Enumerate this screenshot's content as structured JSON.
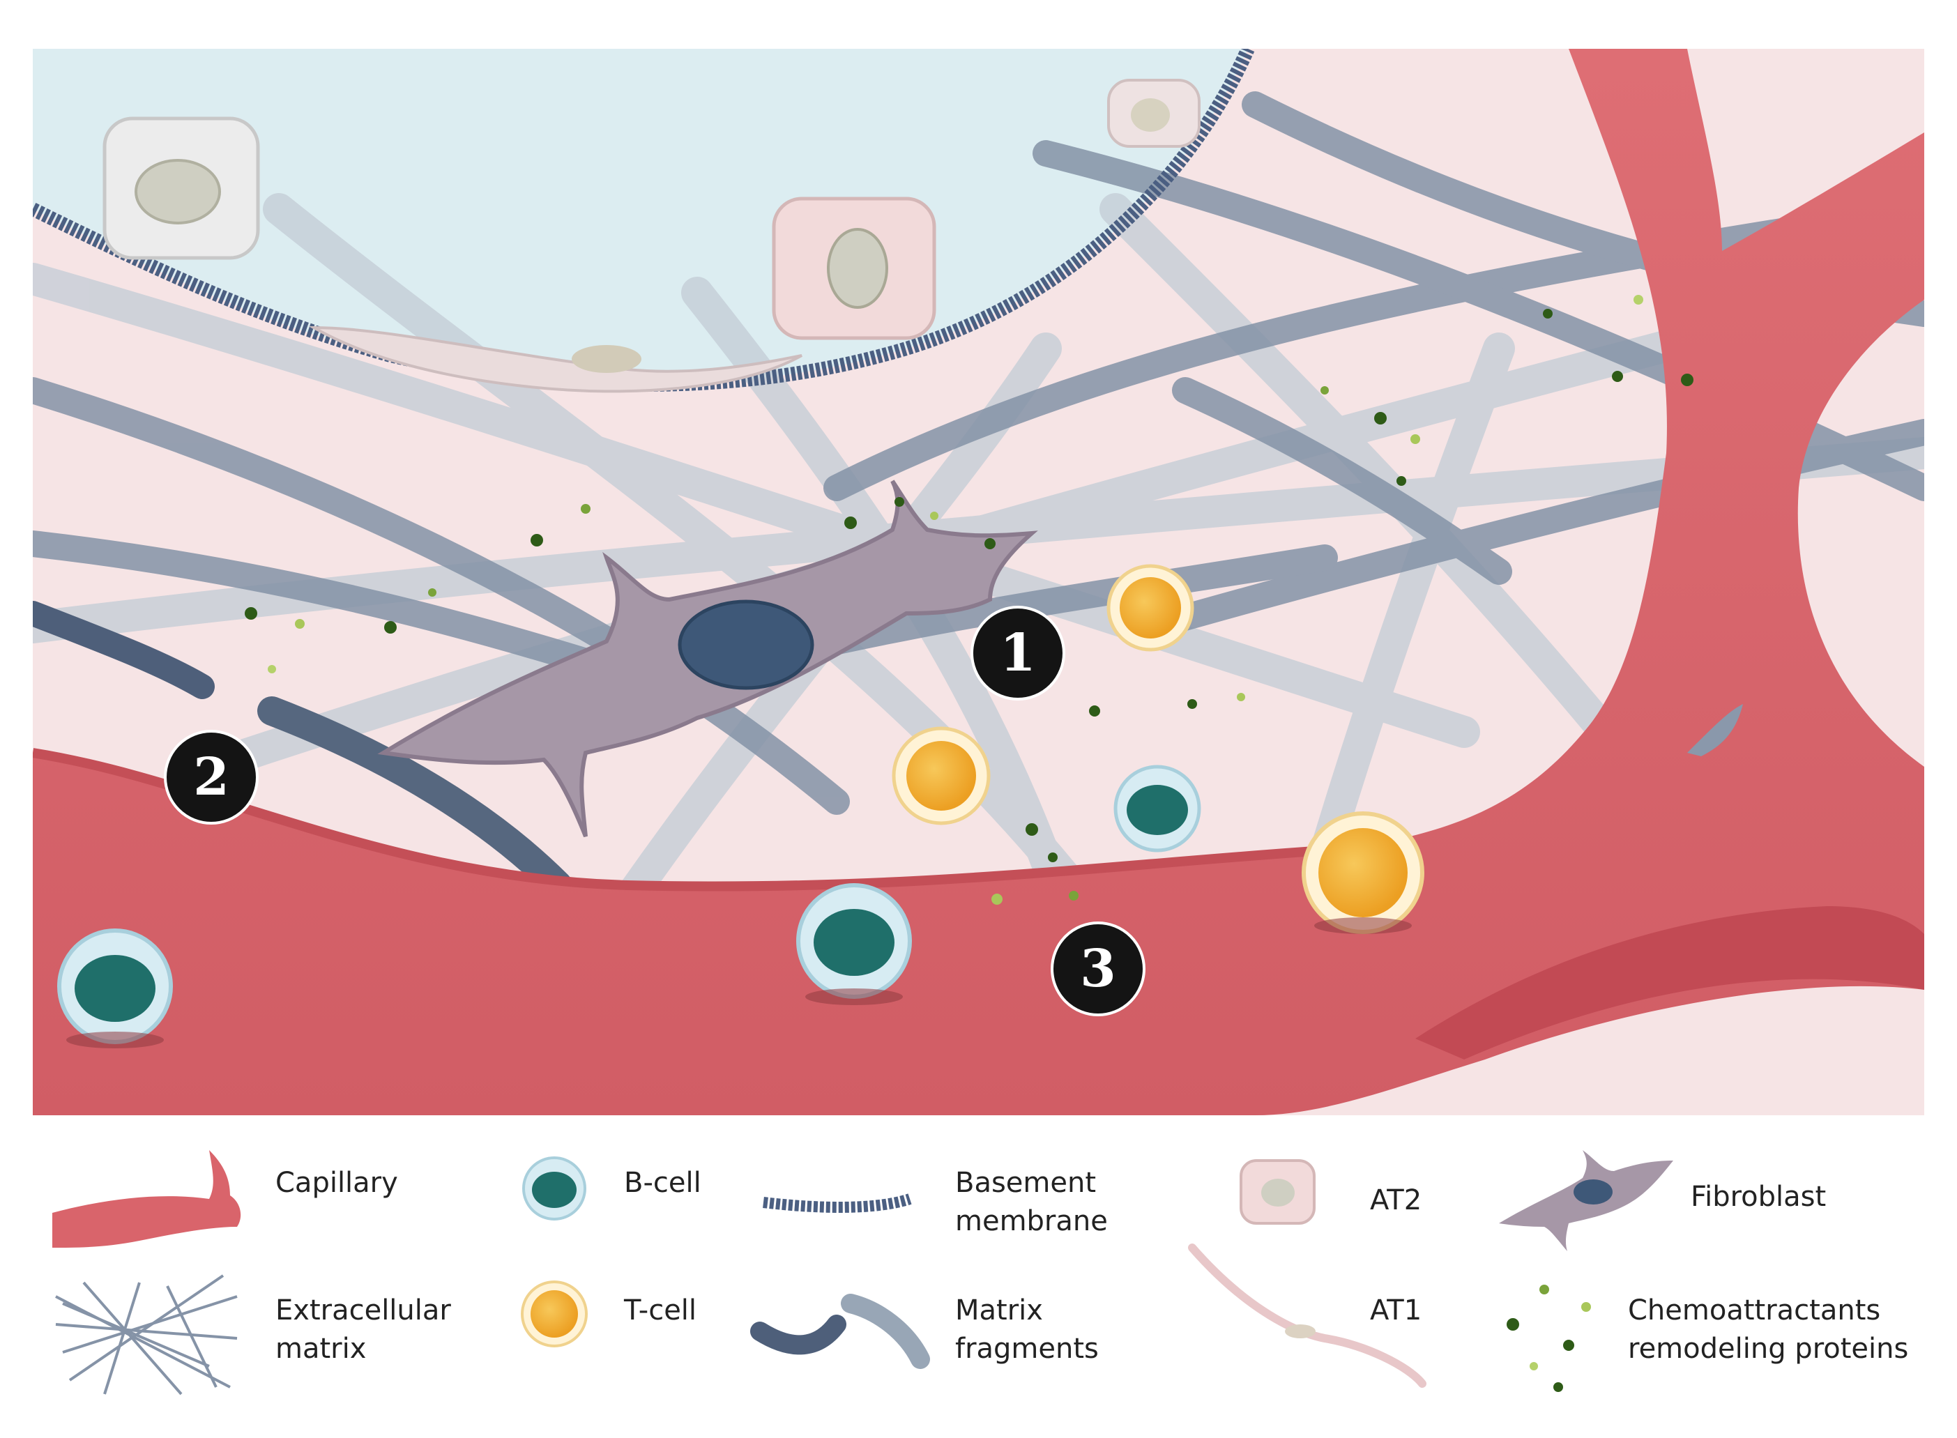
{
  "markers": [
    {
      "id": "marker-1",
      "label": "1"
    },
    {
      "id": "marker-2",
      "label": "2"
    },
    {
      "id": "marker-3",
      "label": "3"
    }
  ],
  "legend": {
    "capillary": [
      "Capillary"
    ],
    "b_cell": [
      "B-cell"
    ],
    "basement_membrane": [
      "Basement",
      "membrane"
    ],
    "at2": [
      "AT2"
    ],
    "fibroblast": [
      "Fibroblast"
    ],
    "extracellular_matrix": [
      "Extracellular",
      "matrix"
    ],
    "t_cell": [
      "T-cell"
    ],
    "matrix_fragments": [
      "Matrix",
      "fragments"
    ],
    "at1": [
      "AT1"
    ],
    "chemoattractants": [
      "Chemoattractants",
      "remodeling proteins"
    ]
  },
  "colors": {
    "capillary": "#d9646b",
    "capillary_dark": "#c44f57",
    "alveolus": "#dff0f3",
    "tissue": "#f5e2e3",
    "fiber_dark": "#6d7d94",
    "fiber_light": "#b8c3cf",
    "b_cell_nucleus": "#1f6f6a",
    "b_cell_ring": "#cde7ee",
    "t_cell": "#f2b233",
    "fibroblast": "#a797a8",
    "fibroblast_nucleus": "#3e5878",
    "marker": "#141414",
    "chemo": "#3c6d1e"
  }
}
